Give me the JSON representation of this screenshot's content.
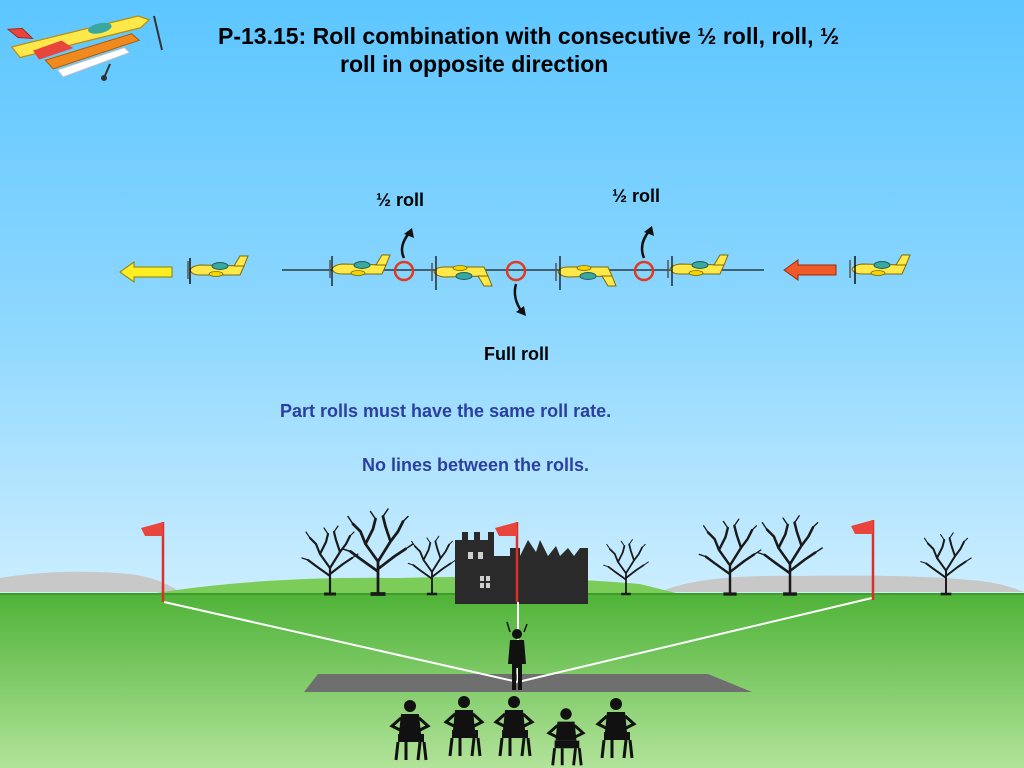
{
  "title": {
    "line1": "P-13.15: Roll combination with consecutive ½ roll, roll, ½",
    "line2": "roll in opposite direction"
  },
  "labels": {
    "half_roll_left": "½  roll",
    "half_roll_right": "½  roll",
    "full_roll": "Full roll"
  },
  "notes": {
    "rule_1": "Part rolls must have the same roll rate.",
    "rule_2": "No lines between the rolls."
  },
  "colors": {
    "sky": "#66ccff",
    "grass_far": "#5cb844",
    "grass_near": "#a8de8e",
    "runway": "#707070",
    "aircraft_body": "#ffe94a",
    "roll_marker": "#e03a1e",
    "entry_arrow": "#f05a28",
    "exit_arrow": "#ffee22",
    "flag": "#e8453c",
    "note_text": "#2c3fa0"
  },
  "icons": {
    "logo": "aerobatic-plane-icon",
    "aircraft": "airplane-icon",
    "roll_point": "roll-marker-icon",
    "entry": "arrow-left-icon",
    "exit": "arrow-left-icon",
    "flag": "flag-icon",
    "pilot": "pilot-icon",
    "judge": "judge-icon",
    "tree": "tree-icon",
    "castle": "castle-ruin-icon"
  }
}
